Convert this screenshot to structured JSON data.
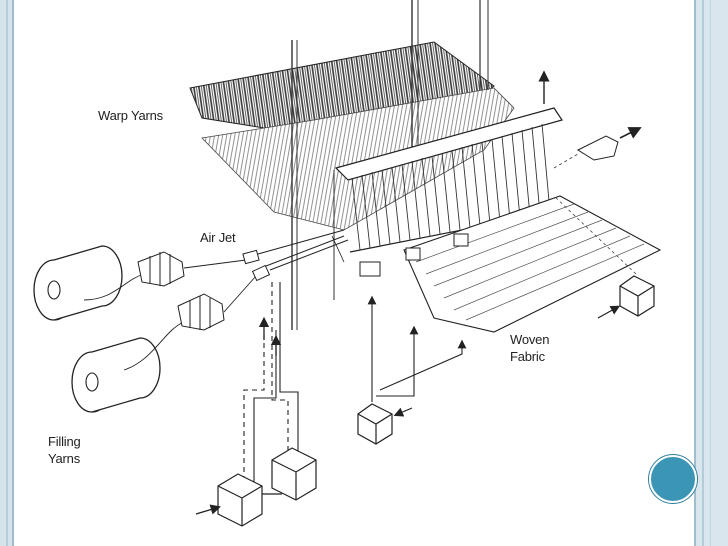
{
  "diagram": {
    "labels": {
      "warp_yarns": "Warp Yarns",
      "air_jet": "Air Jet",
      "woven_fabric": "Woven Fabric",
      "filling_yarns": "Filling Yarns"
    }
  },
  "colors": {
    "frame": "#d5e3ea",
    "frame_line": "#9fbdcc",
    "bullet": "#3b95b5",
    "ink": "#222222"
  },
  "icons": [
    "slide-bullet-circle"
  ]
}
